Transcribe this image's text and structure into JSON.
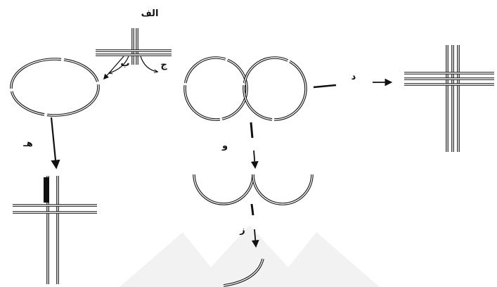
{
  "labels": {
    "alef": "الف",
    "be": "ب",
    "jim": "ج",
    "dal": "د",
    "he": "هـ",
    "vav": "و",
    "ze": "ز"
  },
  "colors": {
    "ink": "#111111",
    "background": "#ffffff",
    "watermark": "#ececec"
  }
}
